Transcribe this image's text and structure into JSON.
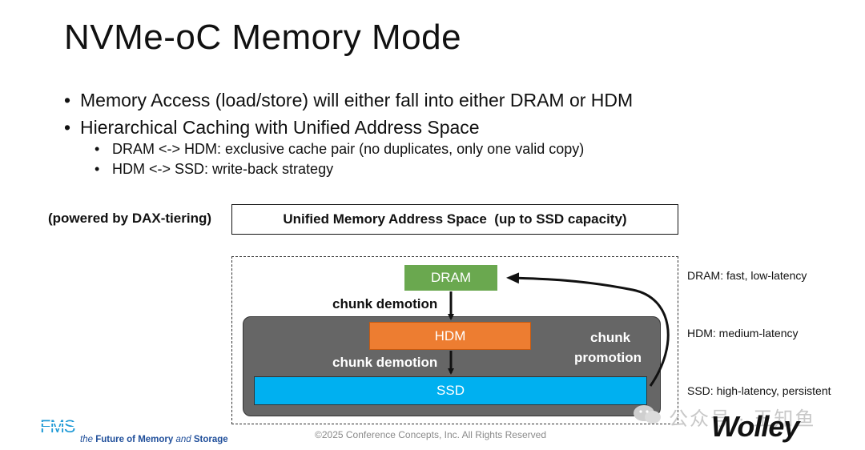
{
  "title": "NVMe-oC Memory Mode",
  "bullets": [
    {
      "text": "Memory Access (load/store) will either fall into either DRAM or HDM",
      "sub": []
    },
    {
      "text": "Hierarchical Caching with Unified Address Space",
      "sub": [
        "DRAM <-> HDM: exclusive cache pair (no duplicates, only one valid copy)",
        "HDM <-> SSD: write-back strategy"
      ]
    }
  ],
  "diagram": {
    "powered_by": "(powered by DAX-tiering)",
    "unified_box": "Unified Memory Address Space  (up to SSD capacity)",
    "tiers": {
      "dram": "DRAM",
      "hdm": "HDM",
      "ssd": "SSD"
    },
    "demotion_label_1": "chunk demotion",
    "demotion_label_2": "chunk demotion",
    "promotion_label_1": "chunk",
    "promotion_label_2": "promotion",
    "descriptions": {
      "dram": "DRAM: fast, low-latency",
      "hdm": "HDM: medium-latency",
      "ssd": "SSD: high-latency, persistent"
    },
    "colors": {
      "dram": "#6aa84f",
      "hdm": "#ed7d31",
      "ssd": "#00b0f0",
      "cxl_block": "#666666"
    }
  },
  "footer": {
    "fms_logo": "FMS",
    "fms_tagline_pre": "the ",
    "fms_tagline_bold": "Future of Memory",
    "fms_tagline_mid": " and ",
    "fms_tagline_end": "Storage",
    "copyright": "©2025 Conference Concepts, Inc. All Rights Reserved",
    "watermark": "公众号 · 王知鱼",
    "brand": "Wolley"
  }
}
